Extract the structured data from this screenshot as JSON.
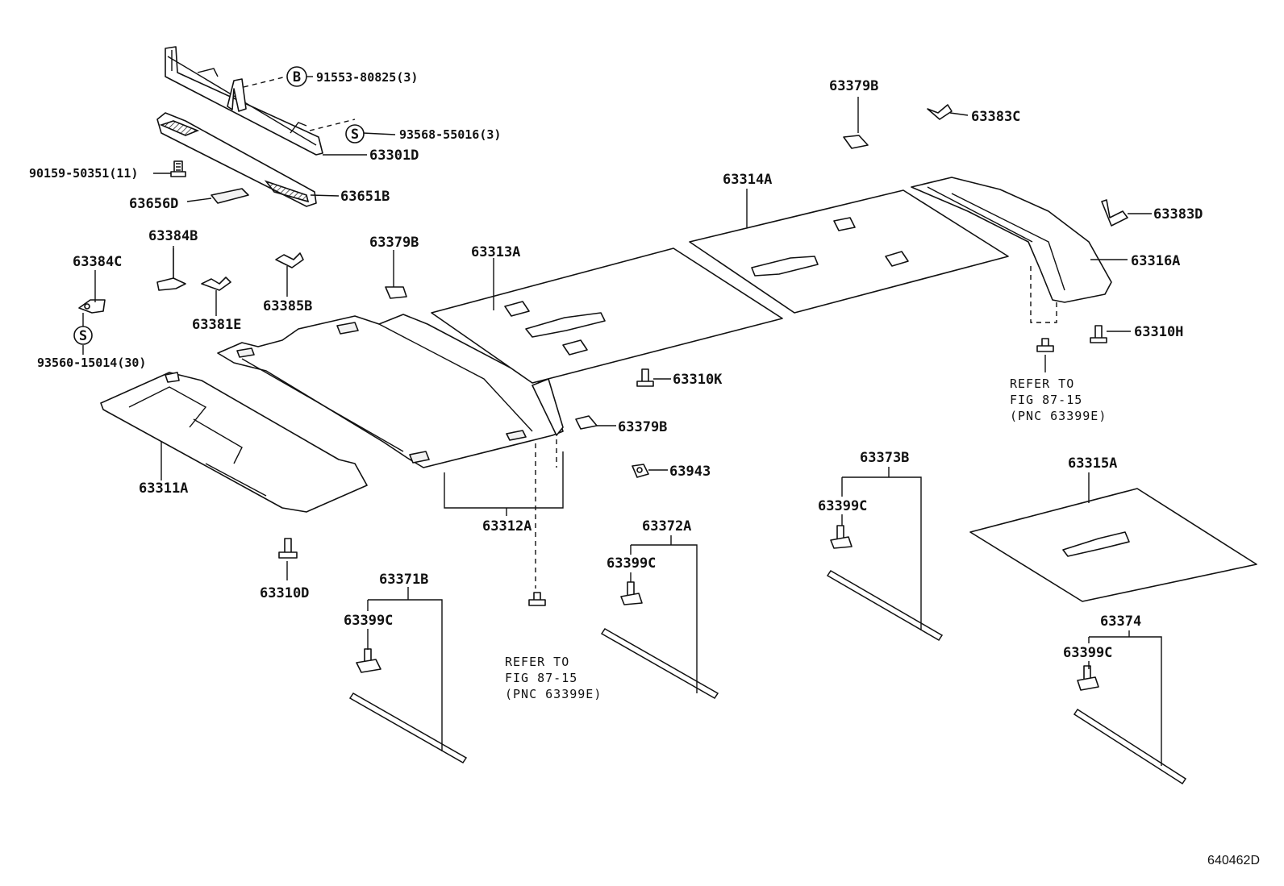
{
  "callouts": {
    "c91553": "91553-80825(3)",
    "c93568": "93568-55016(3)",
    "c63301D": "63301D",
    "c90159": "90159-50351(11)",
    "c63656D": "63656D",
    "c63651B": "63651B",
    "c63384B": "63384B",
    "c63384C": "63384C",
    "c63379B_a": "63379B",
    "c63385B": "63385B",
    "c63381E": "63381E",
    "c93560": "93560-15014(30)",
    "c63313A": "63313A",
    "c63314A": "63314A",
    "c63379B_b": "63379B",
    "c63383C": "63383C",
    "c63383D": "63383D",
    "c63316A": "63316A",
    "c63310H": "63310H",
    "c63310K": "63310K",
    "c63379B_c": "63379B",
    "c63943": "63943",
    "c63311A": "63311A",
    "c63312A": "63312A",
    "c63310D": "63310D",
    "c63371B": "63371B",
    "c63399C_1": "63399C",
    "c63372A": "63372A",
    "c63399C_2": "63399C",
    "c63373B": "63373B",
    "c63399C_3": "63399C",
    "c63315A": "63315A",
    "c63374": "63374",
    "c63399C_4": "63399C"
  },
  "symbols": {
    "b": "B",
    "s1": "S",
    "s2": "S"
  },
  "notes": {
    "refer_left": [
      "REFER TO",
      "FIG 87-15",
      "(PNC 63399E)"
    ],
    "refer_right": [
      "REFER TO",
      "FIG 87-15",
      "(PNC 63399E)"
    ]
  },
  "figure_number": "640462D"
}
